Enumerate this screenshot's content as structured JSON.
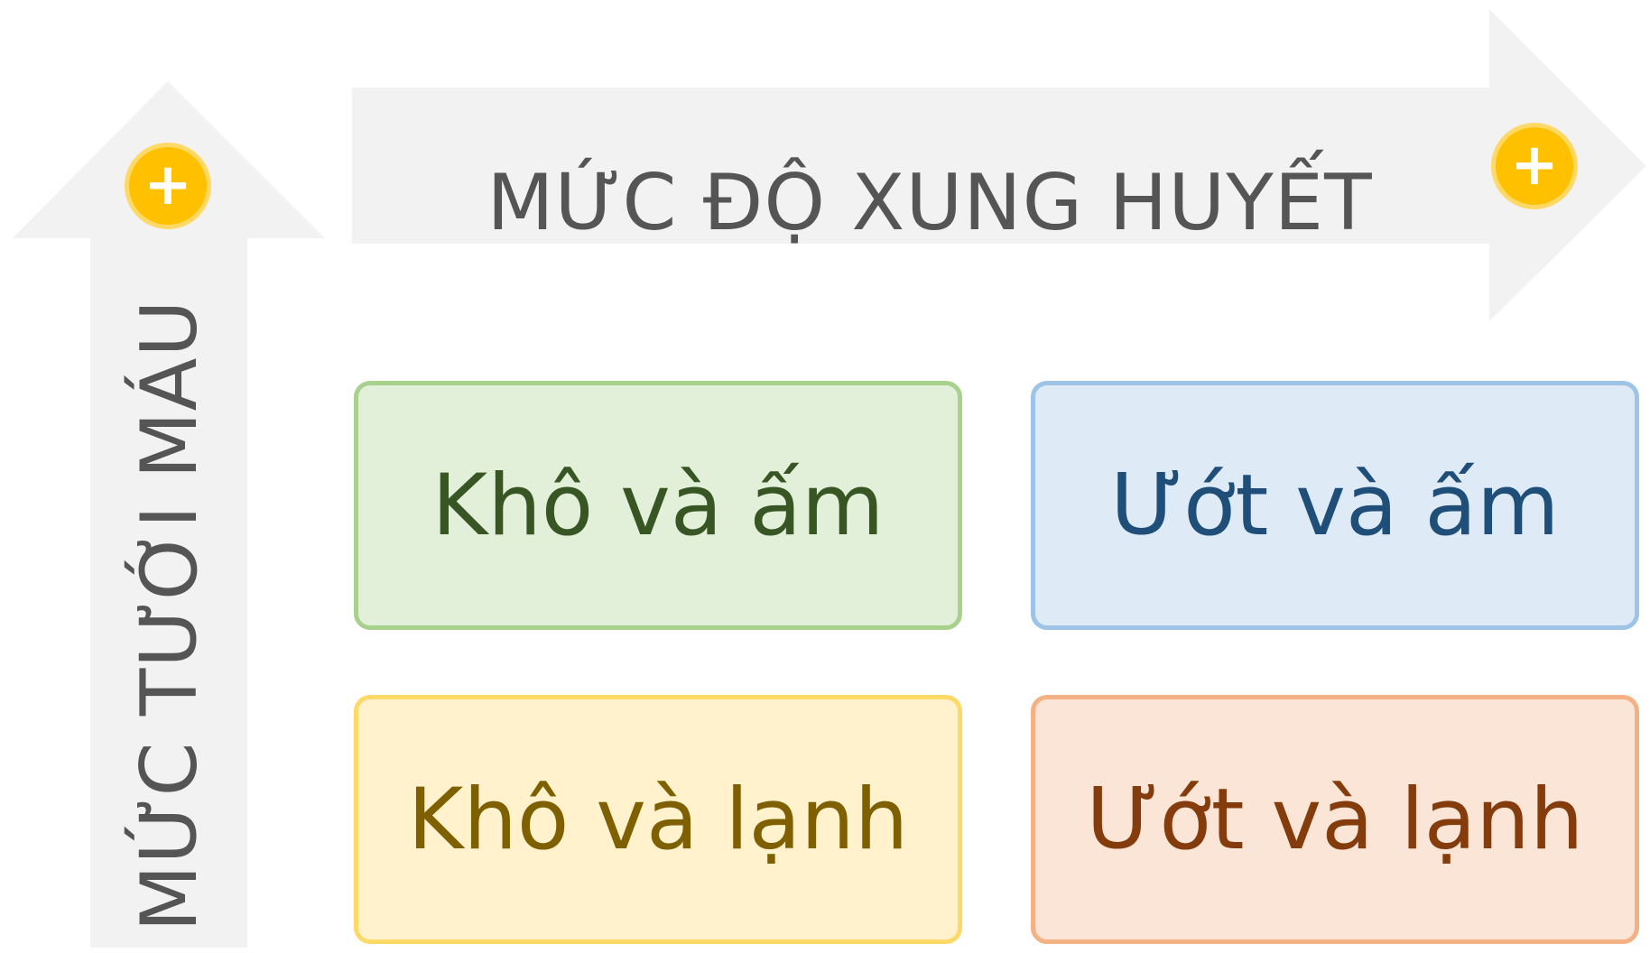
{
  "diagram": {
    "horizontal_arrow": {
      "label": "MỨC ĐỘ XUNG HUYẾT",
      "indicator": "+",
      "fill_color": "#F2F2F2"
    },
    "vertical_arrow": {
      "label": "MỨC TƯỚI MÁU",
      "indicator": "+",
      "fill_color": "#F2F2F2"
    },
    "indicator_color": "#FFC000",
    "quadrants": [
      {
        "label": "Khô và ấm",
        "position": "top-left",
        "fill": "#E2EFD9",
        "border": "#A9D18E",
        "text_color": "#375623"
      },
      {
        "label": "Ướt và ấm",
        "position": "top-right",
        "fill": "#DEEBF7",
        "border": "#9DC3E6",
        "text_color": "#1F4E79"
      },
      {
        "label": "Khô và lạnh",
        "position": "bottom-left",
        "fill": "#FFF2CC",
        "border": "#FFD966",
        "text_color": "#7F6000"
      },
      {
        "label": "Ướt và lạnh",
        "position": "bottom-right",
        "fill": "#FBE5D6",
        "border": "#F4B183",
        "text_color": "#843C0C"
      }
    ]
  }
}
